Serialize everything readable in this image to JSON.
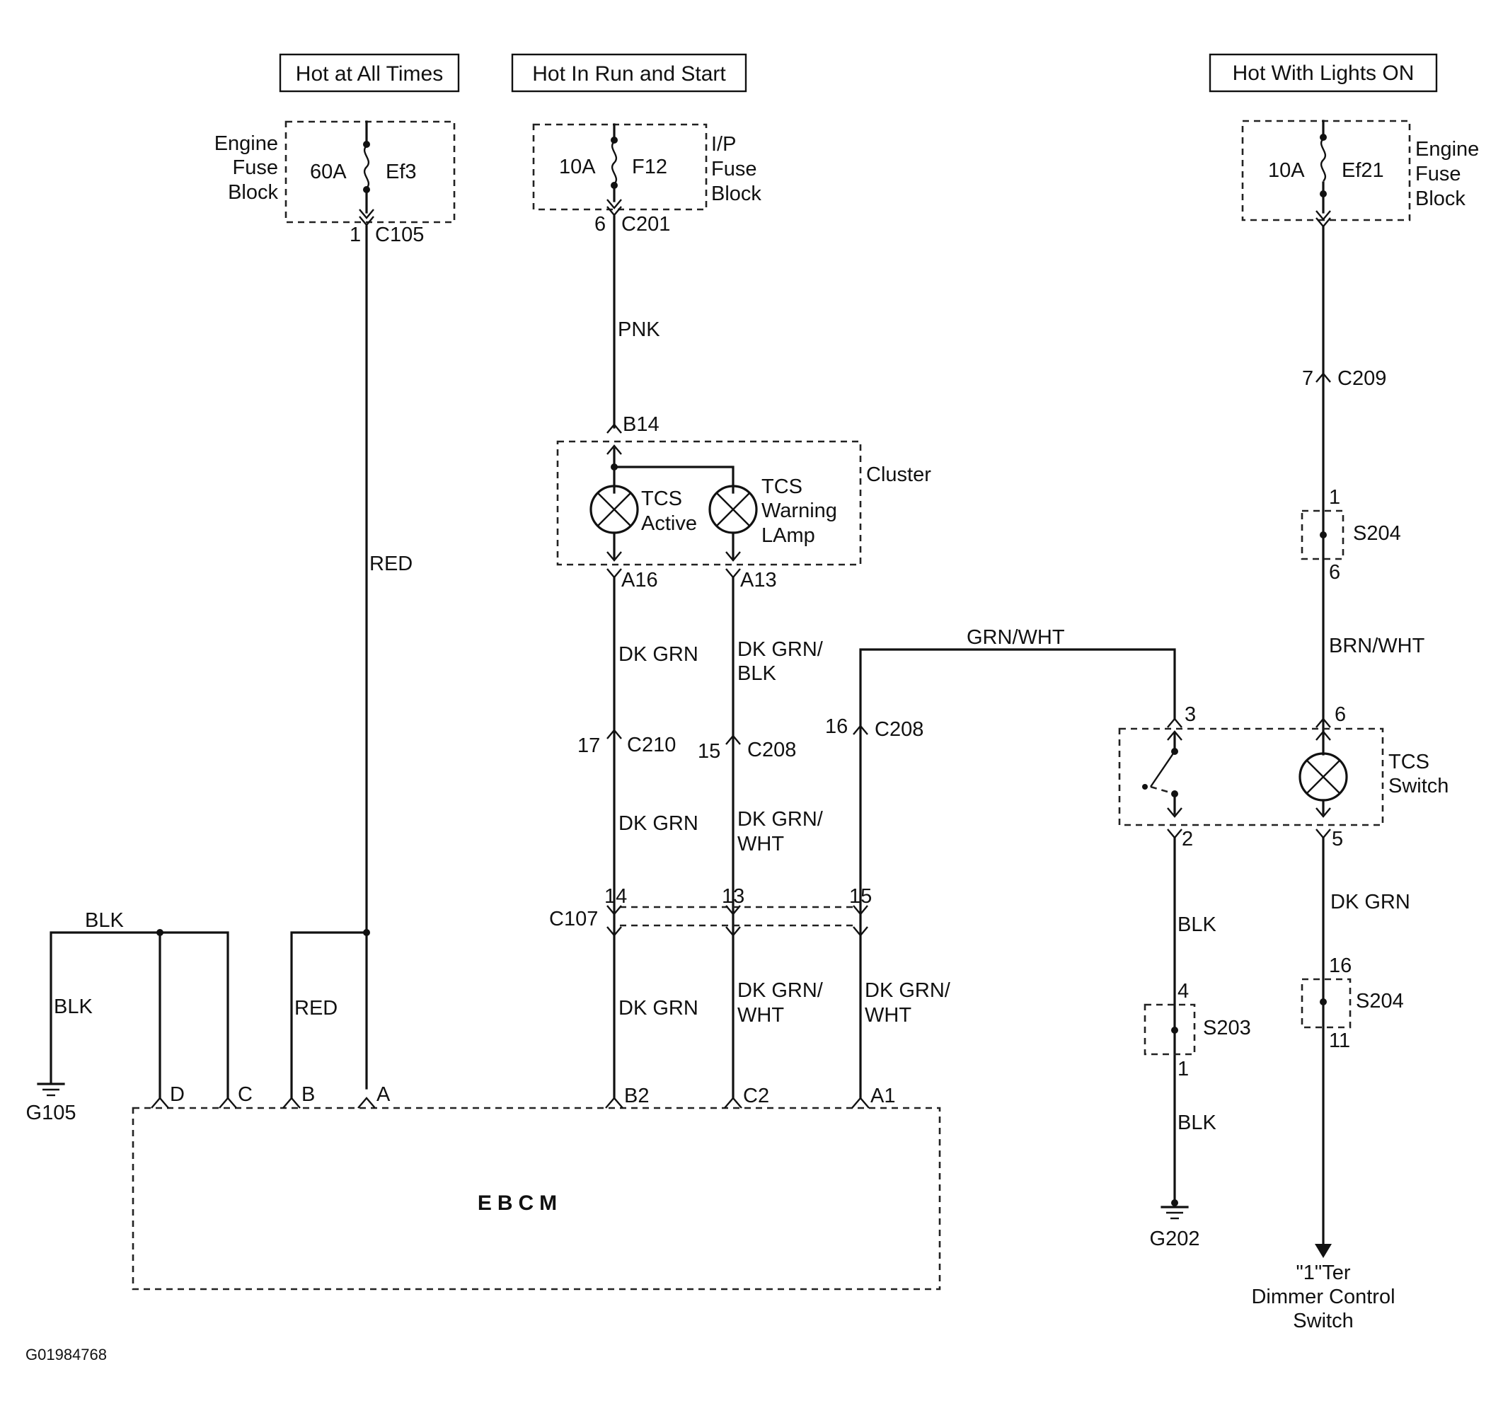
{
  "headers": {
    "always": "Hot at All Times",
    "run_start": "Hot In Run and Start",
    "lights_on": "Hot With Lights ON"
  },
  "fuses": {
    "ef3": {
      "block_line1": "Engine",
      "block_line2": "Fuse",
      "block_line3": "Block",
      "rating": "60A",
      "name": "Ef3",
      "pin": "1",
      "connector": "C105"
    },
    "f12": {
      "block_line1": "I/P",
      "block_line2": "Fuse",
      "block_line3": "Block",
      "rating": "10A",
      "name": "F12",
      "pin": "6",
      "connector": "C201"
    },
    "ef21": {
      "block_line1": "Engine",
      "block_line2": "Fuse",
      "block_line3": "Block",
      "rating": "10A",
      "name": "Ef21"
    }
  },
  "wires": {
    "red_main": "RED",
    "pnk": "PNK",
    "dkgrn_a16": "DK GRN",
    "dkgrnblk_l1": "DK GRN/",
    "dkgrnblk_l2": "BLK",
    "grnwht": "GRN/WHT",
    "brnwht": "BRN/WHT",
    "dkgrn_c210": "DK GRN",
    "dkgrnwht_c208_l1": "DK GRN/",
    "dkgrnwht_c208_l2": "WHT",
    "blk_top": "BLK",
    "blk_g105": "BLK",
    "red_b": "RED",
    "dkgrn_b2": "DK GRN",
    "dkgrnwht_c2_l1": "DK GRN/",
    "dkgrnwht_c2_l2": "WHT",
    "dkgrnwht_a1_l1": "DK GRN/",
    "dkgrnwht_a1_l2": "WHT",
    "blk_sw": "BLK",
    "blk_g202": "BLK",
    "dkgrn_sw": "DK GRN"
  },
  "cluster": {
    "label": "Cluster",
    "pin_top": "B14",
    "lamp1_l1": "TCS",
    "lamp1_l2": "Active",
    "lamp2_l1": "TCS",
    "lamp2_l2": "Warning",
    "lamp2_l3": "LAmp",
    "pin_a16": "A16",
    "pin_a13": "A13"
  },
  "connectors": {
    "c209_pin": "7",
    "c209": "C209",
    "c210_pin": "17",
    "c210": "C210",
    "c208a_pin": "15",
    "c208a": "C208",
    "c208b_pin": "16",
    "c208b": "C208",
    "c107": "C107",
    "c107_p14": "14",
    "c107_p13": "13",
    "c107_p15": "15"
  },
  "splices": {
    "s204_top": {
      "name": "S204",
      "pin_in": "1",
      "pin_out": "6"
    },
    "s204_bot": {
      "name": "S204",
      "pin_in": "16",
      "pin_out": "11"
    },
    "s203": {
      "name": "S203",
      "pin_in": "4",
      "pin_out": "1"
    }
  },
  "switch": {
    "label_l1": "TCS",
    "label_l2": "Switch",
    "pin3": "3",
    "pin6": "6",
    "pin2": "2",
    "pin5": "5"
  },
  "ebcm": {
    "label": "EBCM",
    "pin_d": "D",
    "pin_c": "C",
    "pin_b": "B",
    "pin_a": "A",
    "pin_b2": "B2",
    "pin_c2": "C2",
    "pin_a1": "A1"
  },
  "grounds": {
    "g105": "G105",
    "g202": "G202"
  },
  "destination": {
    "l1": "\"1\"Ter",
    "l2": "Dimmer Control",
    "l3": "Switch"
  },
  "figure_id": "G01984768"
}
